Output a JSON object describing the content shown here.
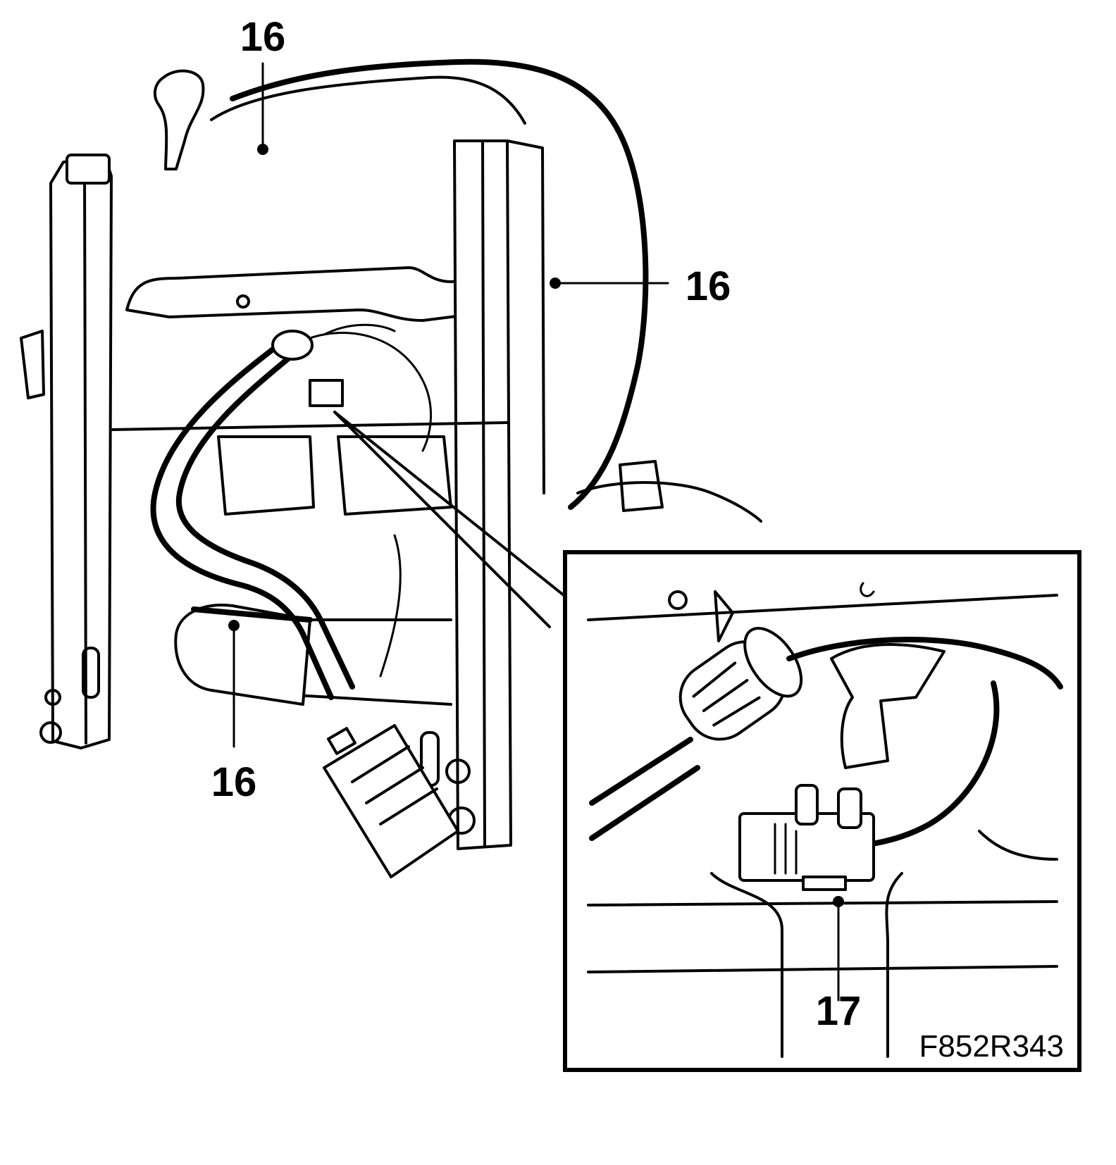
{
  "callouts": {
    "top": "16",
    "right": "16",
    "bottom": "16",
    "detail": "17"
  },
  "figure_id": "F852R343",
  "colors": {
    "line": "#000000",
    "background": "#ffffff"
  }
}
